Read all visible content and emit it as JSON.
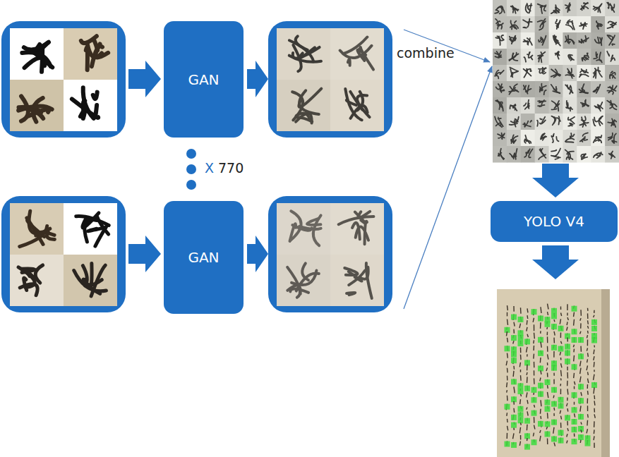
{
  "diagram": {
    "nodes": [
      {
        "text": [
          "GAN"
        ]
      },
      {
        "text": [
          "GAN"
        ]
      },
      {
        "text": [
          "YOLO V4"
        ]
      }
    ],
    "labels": [
      "X",
      "770",
      "combine"
    ]
  }
}
